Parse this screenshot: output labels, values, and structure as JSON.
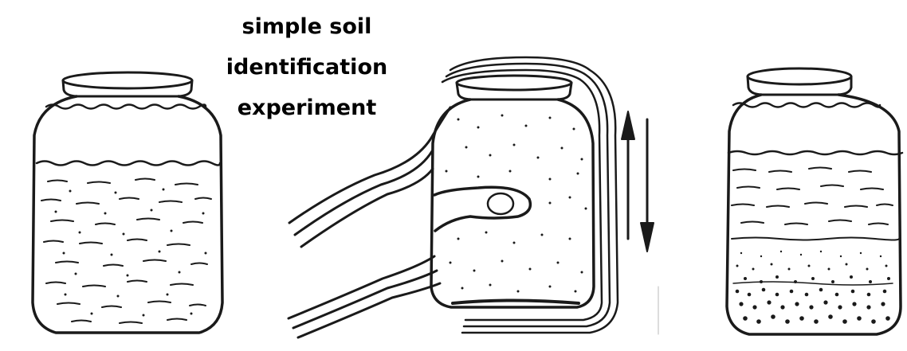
{
  "title_lines": [
    "simple soil",
    "identification",
    "experiment"
  ],
  "colors": {
    "ink": "#1a1a1a",
    "paper": "#ffffff"
  },
  "panels": [
    {
      "name": "jar-with-soil-and-water",
      "content": "soil suspended in water"
    },
    {
      "name": "hand-shaking-jar",
      "motion": "up-down arrows"
    },
    {
      "name": "jar-with-settled-layers",
      "content": "layered sediment"
    }
  ]
}
